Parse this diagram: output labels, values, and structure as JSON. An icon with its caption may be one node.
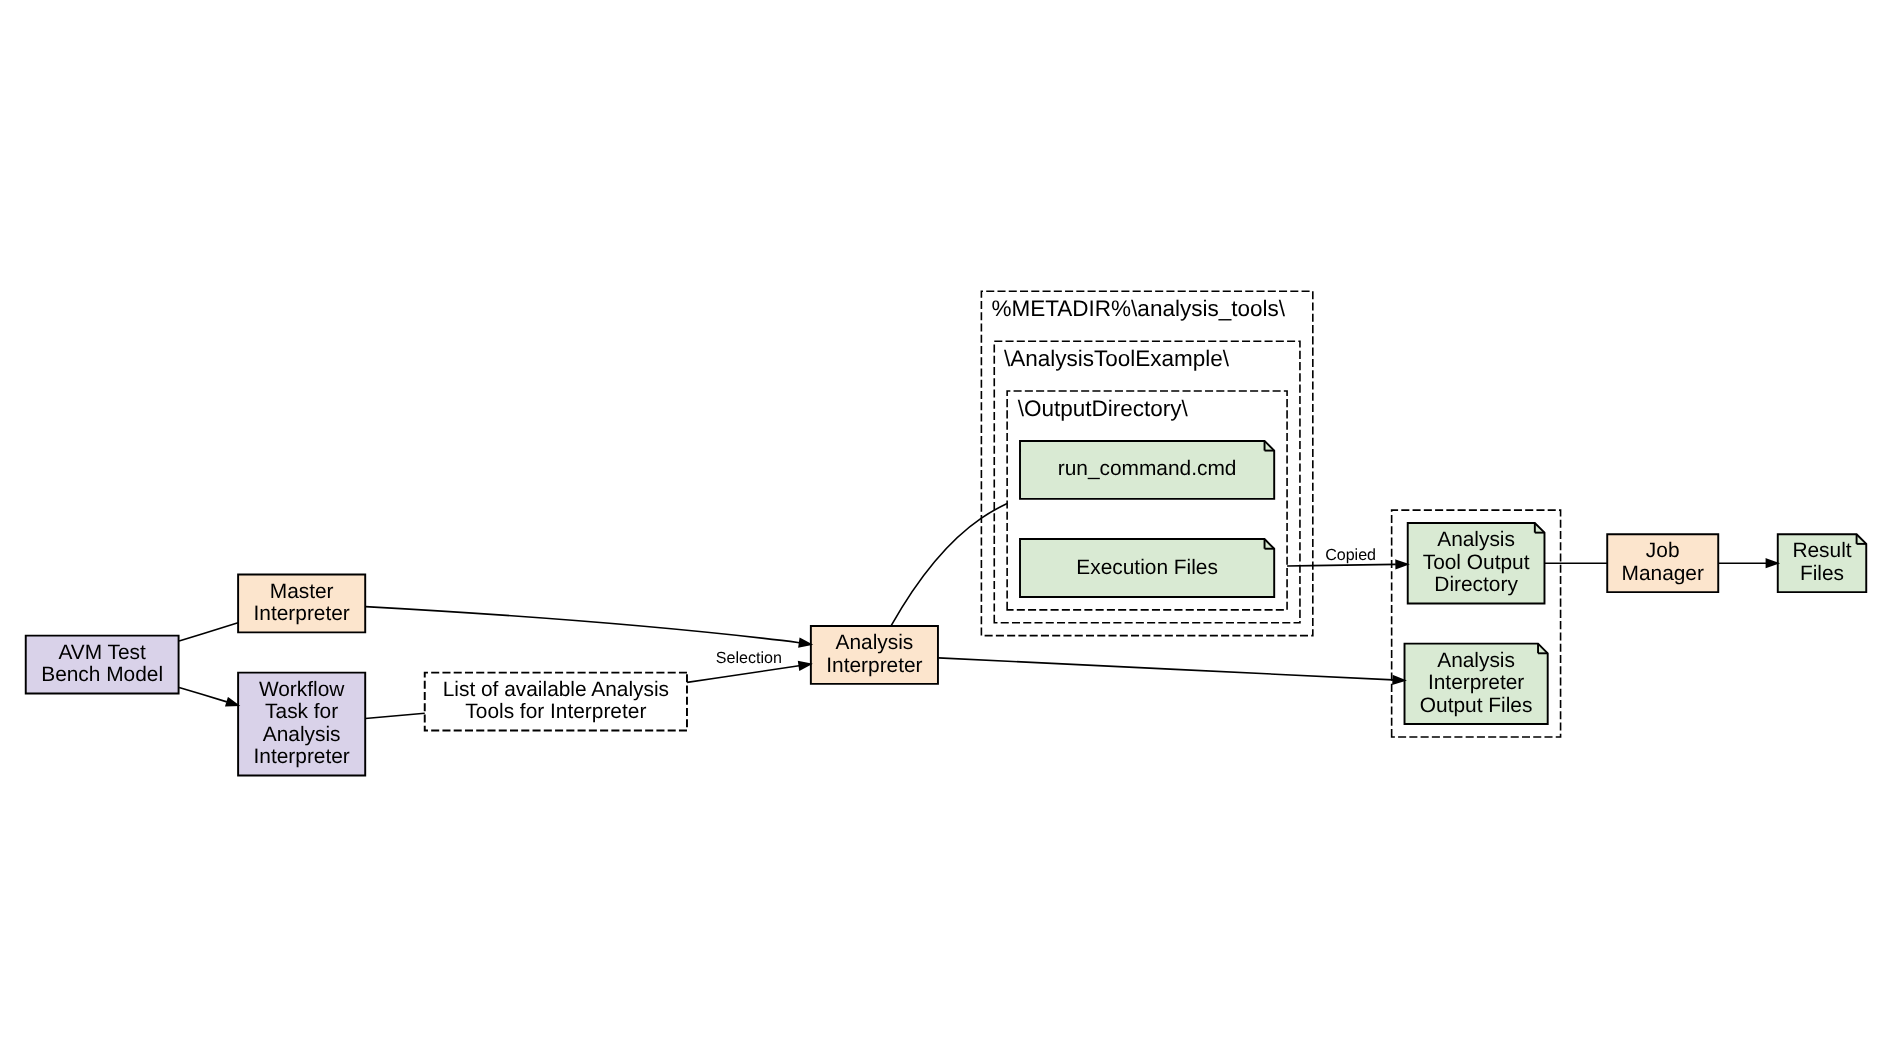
{
  "diagram": {
    "nodes": [
      {
        "text": [
          "AVM Test Bench Model"
        ]
      },
      {
        "text": [
          "Master Interpreter"
        ]
      },
      {
        "text": [
          "Analysis Interpreter"
        ]
      },
      {
        "text": [
          "%METADIR%\\analysis_tools\\"
        ]
      },
      {
        "text": [
          "\\AnalysisToolExample\\"
        ],
        "in": 3
      },
      {
        "text": [
          "\\OutputDirectory\\"
        ],
        "in": 4
      },
      {
        "text": [
          "run_command.cmd"
        ],
        "in": 5
      },
      {
        "text": [
          "Execution Files"
        ],
        "in": 5
      },
      {
        "text": [
          "Workflow Task for Analysis Interpreter"
        ]
      },
      {
        "text": [
          "List of available Analysis Tools for Interpreter"
        ]
      },
      {
        "text": [],
        "shape": "box"
      },
      {
        "text": [
          "Analysis Interpreter Output Files"
        ],
        "in": 10
      },
      {
        "text": [
          "Analysis Tool Output Directory"
        ],
        "in": 10
      },
      {
        "text": [
          "Job Manager"
        ]
      },
      {
        "text": [
          "Result Files"
        ]
      }
    ],
    "edges": [
      {
        "from": 0,
        "to": 1,
        "arrow": "none"
      },
      {
        "from": 1,
        "to": 2,
        "arrow": "to"
      },
      {
        "from": 0,
        "to": 8,
        "arrow": "to"
      },
      {
        "from": 8,
        "to": 9,
        "arrow": "none"
      },
      {
        "from": 9,
        "to": 2,
        "arrow": "to",
        "label": "Selection"
      },
      {
        "from": 2,
        "to": 5,
        "arrow": "none"
      },
      {
        "from": 2,
        "to": 11,
        "arrow": "to"
      },
      {
        "from": 5,
        "to": 12,
        "arrow": "to",
        "label": "Copied"
      },
      {
        "from": 12,
        "to": 13,
        "arrow": "none"
      },
      {
        "from": 13,
        "to": 14,
        "arrow": "to"
      }
    ]
  }
}
